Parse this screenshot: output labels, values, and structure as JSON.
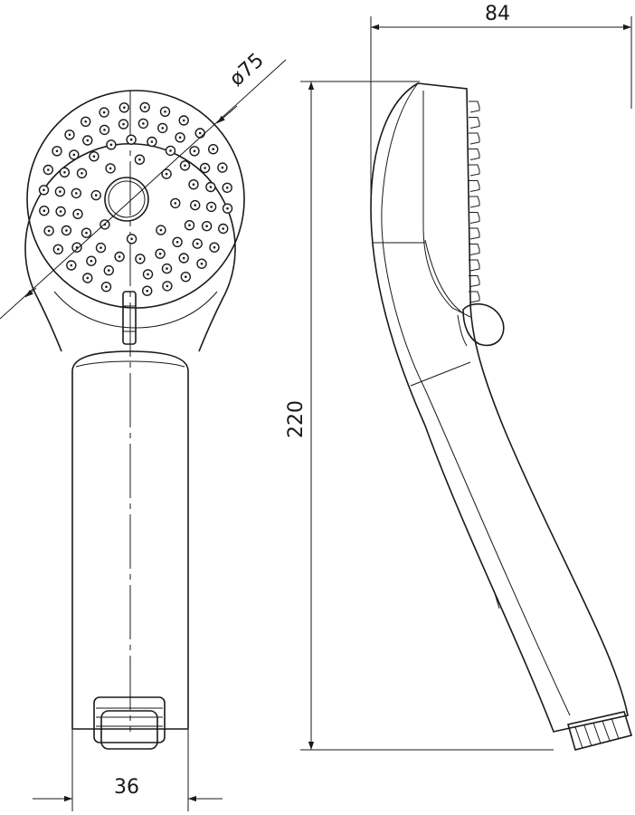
{
  "dimensions": {
    "head_diameter": "ø75",
    "overall_length": "220",
    "depth": "84",
    "handle_width": "36"
  },
  "colors": {
    "line": "#1a1a1a",
    "background": "#ffffff"
  }
}
